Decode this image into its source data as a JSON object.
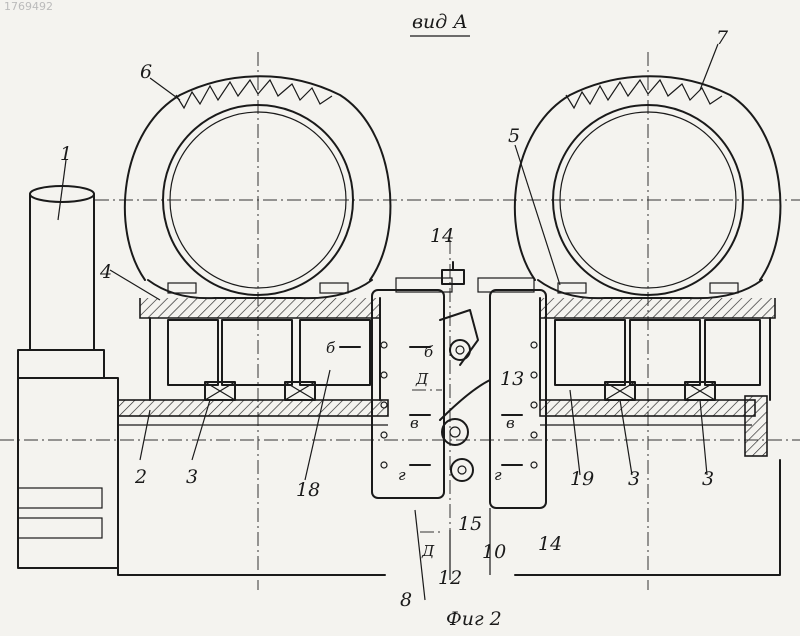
{
  "header": {
    "doc_number": "1769492",
    "view_title": "вид А"
  },
  "caption": "Фиг 2",
  "labels": {
    "n1": "1",
    "n2": "2",
    "n3a": "3",
    "n3b": "3",
    "n3c": "3",
    "n4": "4",
    "n5": "5",
    "n6": "6",
    "n7": "7",
    "n8": "8",
    "n10": "10",
    "n12": "12",
    "n13": "13",
    "n14a": "14",
    "n14b": "14",
    "n15": "15",
    "n18": "18",
    "n19": "19",
    "sB1": "б",
    "sB2": "б",
    "sV1": "в",
    "sV2": "в",
    "sG1": "г",
    "sG2": "г",
    "sD1": "Д",
    "sD2": "Д"
  }
}
